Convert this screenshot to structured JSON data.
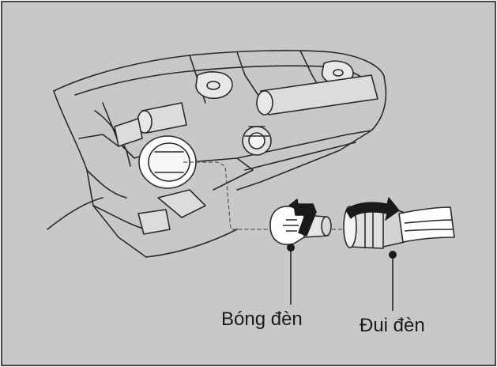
{
  "diagram": {
    "labels": {
      "bulb": "Bóng đèn",
      "socket": "Đui đèn"
    },
    "colors": {
      "background": "#c8c8c8",
      "frame": "#4a4a4a",
      "outline": "#2a2a2a",
      "highlight": "#ffffff"
    },
    "icons": [
      "headlight-assembly",
      "bulb-icon",
      "socket-icon",
      "rotate-arrow-icon",
      "pull-arrow-icon"
    ]
  }
}
